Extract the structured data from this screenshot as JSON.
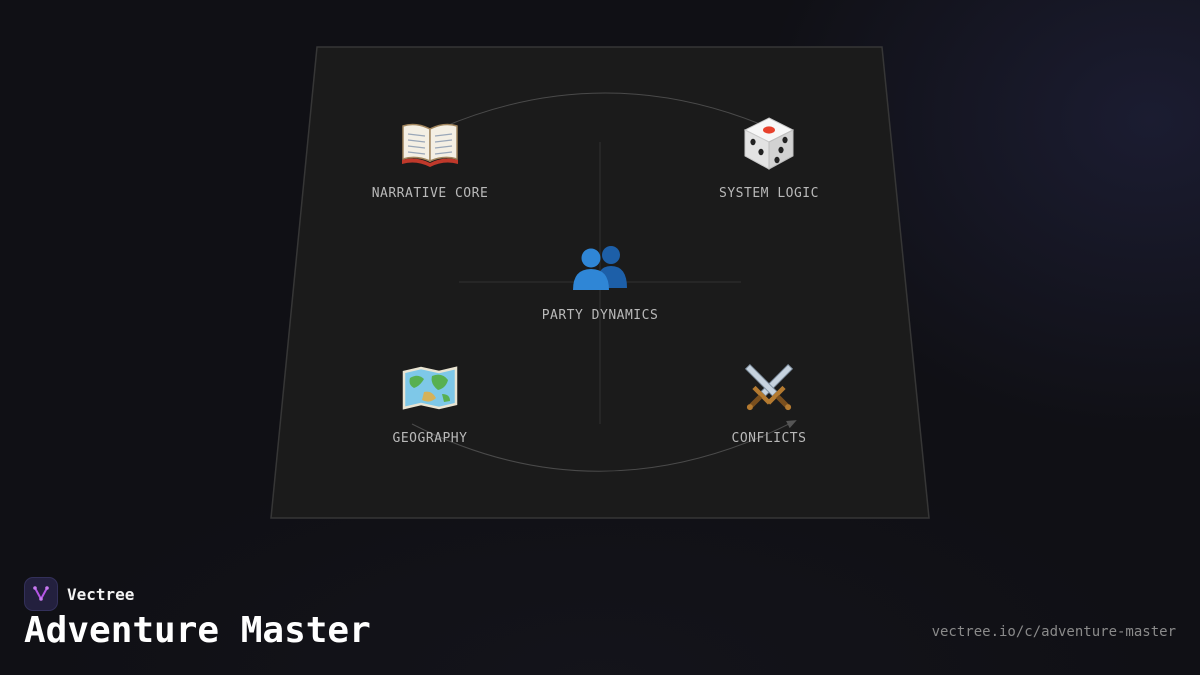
{
  "brand": {
    "name": "Vectree",
    "logo_icon": "vectree-logo-icon",
    "logo_color": "#b455e6"
  },
  "page": {
    "title": "Adventure Master",
    "url": "vectree.io/c/adventure-master"
  },
  "diagram": {
    "nodes": {
      "narrative": {
        "label": "NARRATIVE CORE",
        "icon": "open-book-icon"
      },
      "system": {
        "label": "SYSTEM LOGIC",
        "icon": "game-die-icon"
      },
      "party": {
        "label": "PARTY DYNAMICS",
        "icon": "people-icon"
      },
      "geography": {
        "label": "GEOGRAPHY",
        "icon": "world-map-icon"
      },
      "conflicts": {
        "label": "CONFLICTS",
        "icon": "crossed-swords-icon"
      }
    }
  },
  "colors": {
    "background": "#101015",
    "board_fill": "#1b1b1b",
    "board_border": "#333333",
    "label_text": "#b9b9b9"
  }
}
